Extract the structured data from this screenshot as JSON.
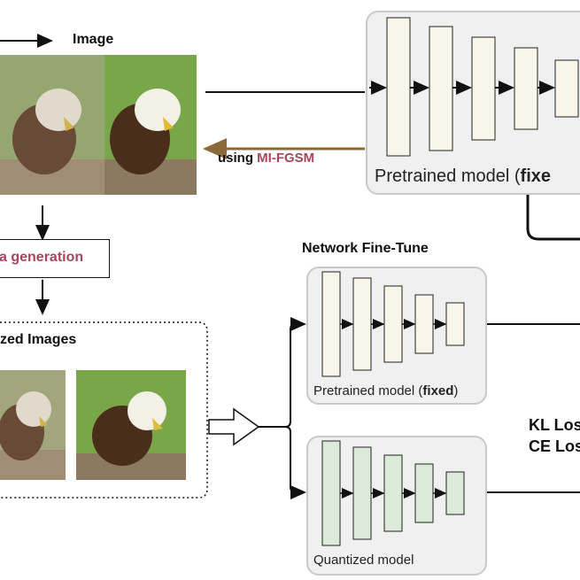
{
  "top": {
    "image_label": "Image",
    "using_prefix": "using ",
    "using_method": "MI-FGSM",
    "pretrained_top": {
      "label_prefix": "Pretrained model (",
      "label_bold": "fixe",
      "label_suffix": ""
    }
  },
  "left": {
    "generation_label": "a generation",
    "images_title": "zed Images"
  },
  "finetune": {
    "title": "Network Fine-Tune",
    "pretrained": {
      "label_prefix": "Pretrained model (",
      "label_bold": "fixed",
      "label_suffix": ")"
    },
    "quantized": {
      "label": "Quantized model"
    }
  },
  "losses": {
    "kl": "KL Los",
    "ce": "CE Loss"
  },
  "colors": {
    "accent": "#a8455f",
    "brown_arrow": "#8a6a3a",
    "layer_cream": "#f8f6e8",
    "layer_green": "#dcebd9",
    "panel_bg": "#f0f0f0",
    "panel_border": "#c9c9c9"
  }
}
